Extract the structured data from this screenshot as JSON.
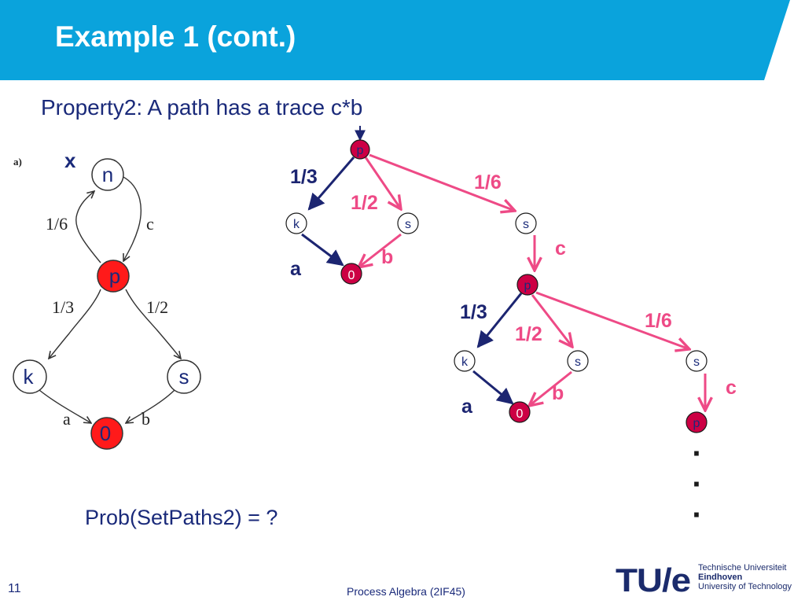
{
  "slide": {
    "title": "Example 1 (cont.)",
    "property": "Property2: A path has a trace c*b",
    "question": "Prob(SetPaths2) = ?",
    "page_number": "11",
    "footer": "Process Algebra (2IF45)"
  },
  "left_diagram": {
    "panel_label": "a)",
    "x_label": "x",
    "states": {
      "n": "n",
      "p": "p",
      "k": "k",
      "s": "s",
      "zero": "0"
    },
    "edges": {
      "p_to_n": "1/6",
      "n_to_p": "c",
      "p_to_k": "1/3",
      "p_to_s": "1/2",
      "k_to_0": "a",
      "s_to_0": "b"
    }
  },
  "tree": {
    "level1": {
      "p": "p",
      "k": "k",
      "s1": "s",
      "s2": "s",
      "zero": "0",
      "p_k": "1/3",
      "p_s1": "1/2",
      "p_s2": "1/6",
      "k_0": "a",
      "s1_0": "b",
      "s2_p": "c"
    },
    "level2": {
      "p": "p",
      "k": "k",
      "s1": "s",
      "s2": "s",
      "zero": "0",
      "p_k": "1/3",
      "p_s1": "1/2",
      "p_s2": "1/6",
      "k_0": "a",
      "s1_0": "b",
      "s2_p": "c"
    },
    "level3": {
      "p": "p"
    },
    "ellipsis": [
      "·",
      "·",
      "·"
    ]
  },
  "logo": {
    "mark": "TU/e",
    "line1": "Technische Universiteit",
    "line2": "Eindhoven",
    "line3": "University of Technology"
  },
  "colors": {
    "header": "#0aa3dc",
    "text": "#1a2a7a",
    "pink": "#ee4a86",
    "navy": "#1c2571",
    "node_red": "#cc0044",
    "node_red_left": "#ff1a1a",
    "logo_navy": "#1b2b6c",
    "logo_red": "#e21a39"
  }
}
